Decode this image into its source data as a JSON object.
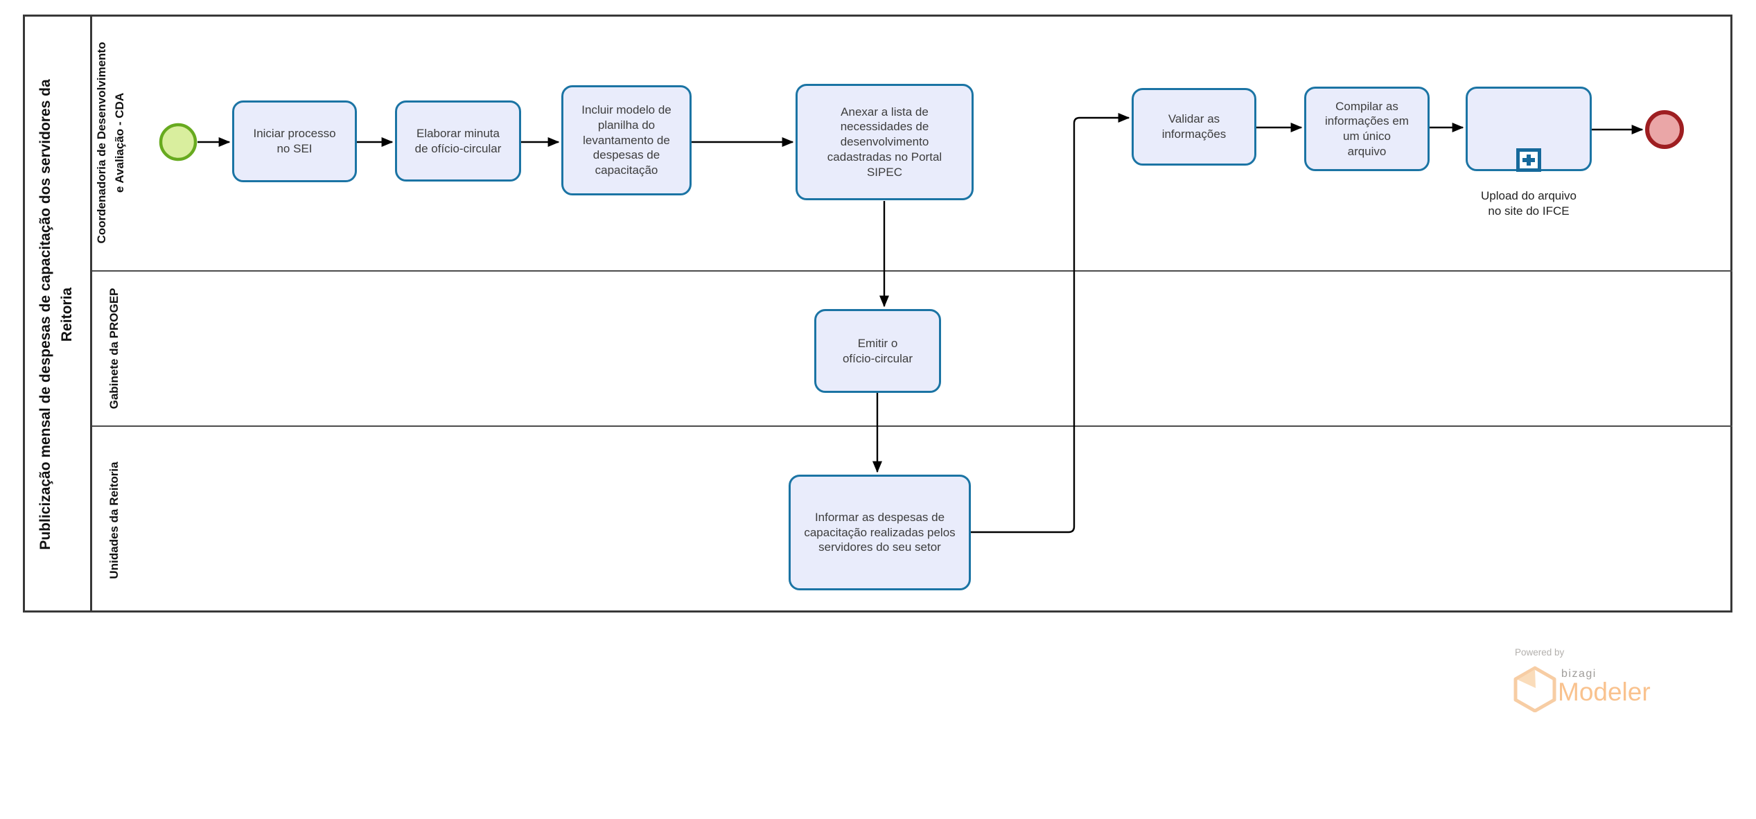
{
  "pool": {
    "title": "Publicização mensal de despesas de capacitação dos servidores da\nReitoria"
  },
  "lanes": [
    {
      "label": "Coordenadoria de Desenvolvimento\ne Avaliação - CDA"
    },
    {
      "label": "Gabinete da PROGEP"
    },
    {
      "label": "Unidades da Reitoria"
    }
  ],
  "tasks": [
    {
      "id": "iniciar-processo-no-sei",
      "label": "Iniciar processo\nno SEI"
    },
    {
      "id": "elaborar-minuta",
      "label": "Elaborar minuta\nde ofício-circular"
    },
    {
      "id": "incluir-modelo-planilha",
      "label": "Incluir modelo de\nplanilha do\nlevantamento de\ndespesas de\ncapacitação"
    },
    {
      "id": "anexar-lista-necessidades",
      "label": "Anexar a lista de\nnecessidades de\ndesenvolvimento\ncadastradas no Portal\nSIPEC"
    },
    {
      "id": "emitir-oficio-circular",
      "label": "Emitir o\nofício-circular"
    },
    {
      "id": "informar-despesas",
      "label": "Informar as despesas de\ncapacitação realizadas pelos\nservidores do seu setor"
    },
    {
      "id": "validar-informacoes",
      "label": "Validar as\ninformações"
    },
    {
      "id": "compilar-informacoes",
      "label": "Compilar as\ninformações em\num único\narquivo"
    }
  ],
  "subprocess": {
    "id": "upload-arquivo",
    "label": "Upload do arquivo\nno site do IFCE",
    "marker": "plus-expand"
  },
  "events": {
    "start": {
      "shape": "circle"
    },
    "end": {
      "shape": "circle"
    }
  },
  "branding": {
    "powered_by": "Powered by",
    "logo_text": "bizagi",
    "product_name": "Modeler"
  },
  "colors": {
    "task_fill": "#e9ecfb",
    "task_border": "#1b74a4",
    "start_fill": "#d9ee9e",
    "start_border": "#67aa1f",
    "end_fill": "#eaa6a7",
    "end_border": "#9e1e21",
    "connector": "#000000",
    "pool_border": "#383838",
    "brand_orange": "#f9c28e",
    "brand_gray": "#a09d9a"
  }
}
